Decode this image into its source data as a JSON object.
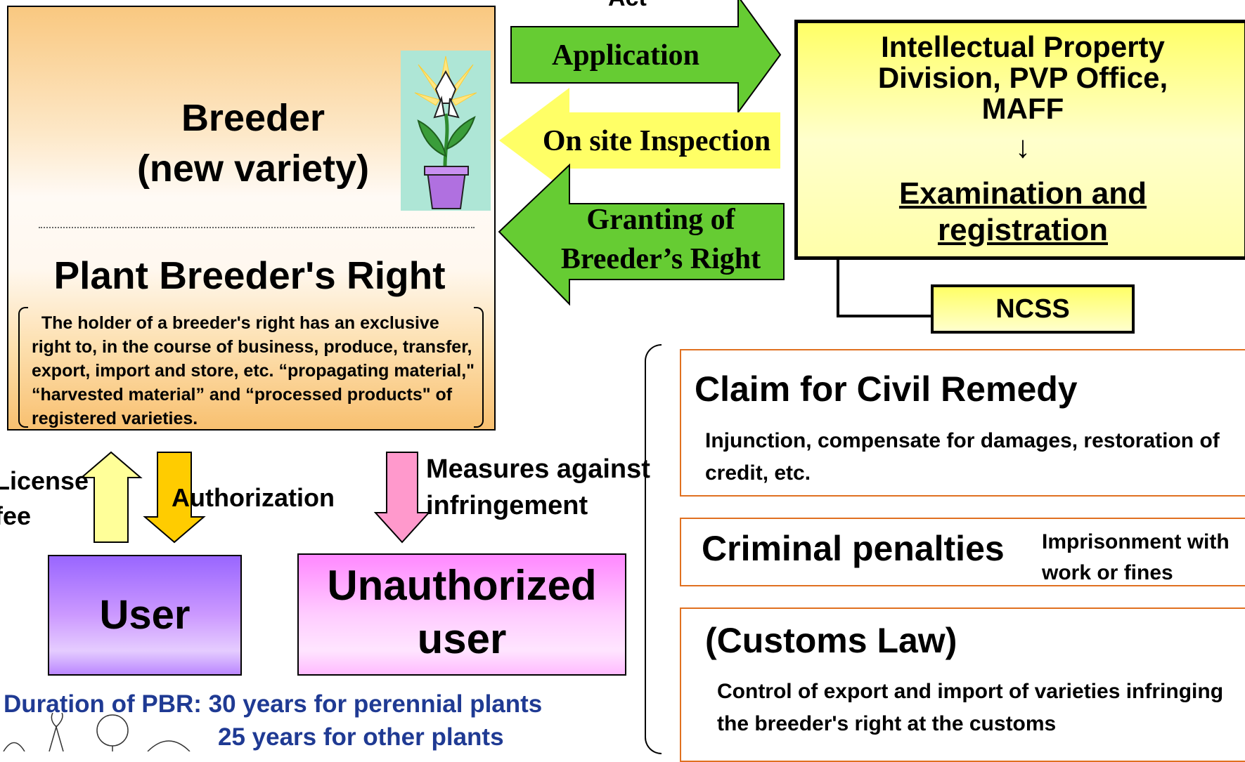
{
  "breeder": {
    "title_line1": "Breeder",
    "title_line2": "(new variety)",
    "pbr_title": "Plant Breeder's Right",
    "pbr_description": "  The holder of a breeder's right has an exclusive right to, in the course of business, produce, transfer, export, import and store, etc. “propagating material,\" “harvested material” and “processed products\" of registered varieties."
  },
  "arrows": {
    "act": "Act",
    "application": "Application",
    "inspection": "On site Inspection",
    "granting_line1": "Granting of",
    "granting_line2": "Breeder’s Right",
    "license_line1": "License",
    "license_line2": "fee",
    "authorization": "Authorization",
    "measures_line1": "Measures against",
    "measures_line2": "infringement"
  },
  "ip_division": {
    "title_line1": "Intellectual Property",
    "title_line2": "Division, PVP Office,",
    "title_line3": "MAFF",
    "down_arrow": "↓",
    "exam_line1": "Examination and",
    "exam_line2": "registration"
  },
  "ncss": "NCSS",
  "users": {
    "user": "User",
    "unauthorized_line1": "Unauthorized",
    "unauthorized_line2": "user"
  },
  "duration": {
    "line1": "Duration of PBR: 30 years for perennial plants",
    "line2": "25 years for other plants"
  },
  "remedies": {
    "civil_title": "Claim for Civil Remedy",
    "civil_desc": "Injunction, compensate for damages, restoration of credit, etc.",
    "criminal_title": "Criminal penalties",
    "criminal_desc": "Imprisonment with work or fines",
    "customs_title": "(Customs Law)",
    "customs_desc": "Control of export and import of varieties infringing the breeder's right at the customs"
  },
  "colors": {
    "application_arrow": "#66cc33",
    "inspection_arrow": "#ffff66",
    "granting_arrow": "#66cc33",
    "license_arrow": "#ffff99",
    "authorization_arrow": "#ffcc00",
    "measures_arrow": "#ff99cc",
    "remedy_border": "#e07020",
    "duration_text": "#1f3a93"
  }
}
